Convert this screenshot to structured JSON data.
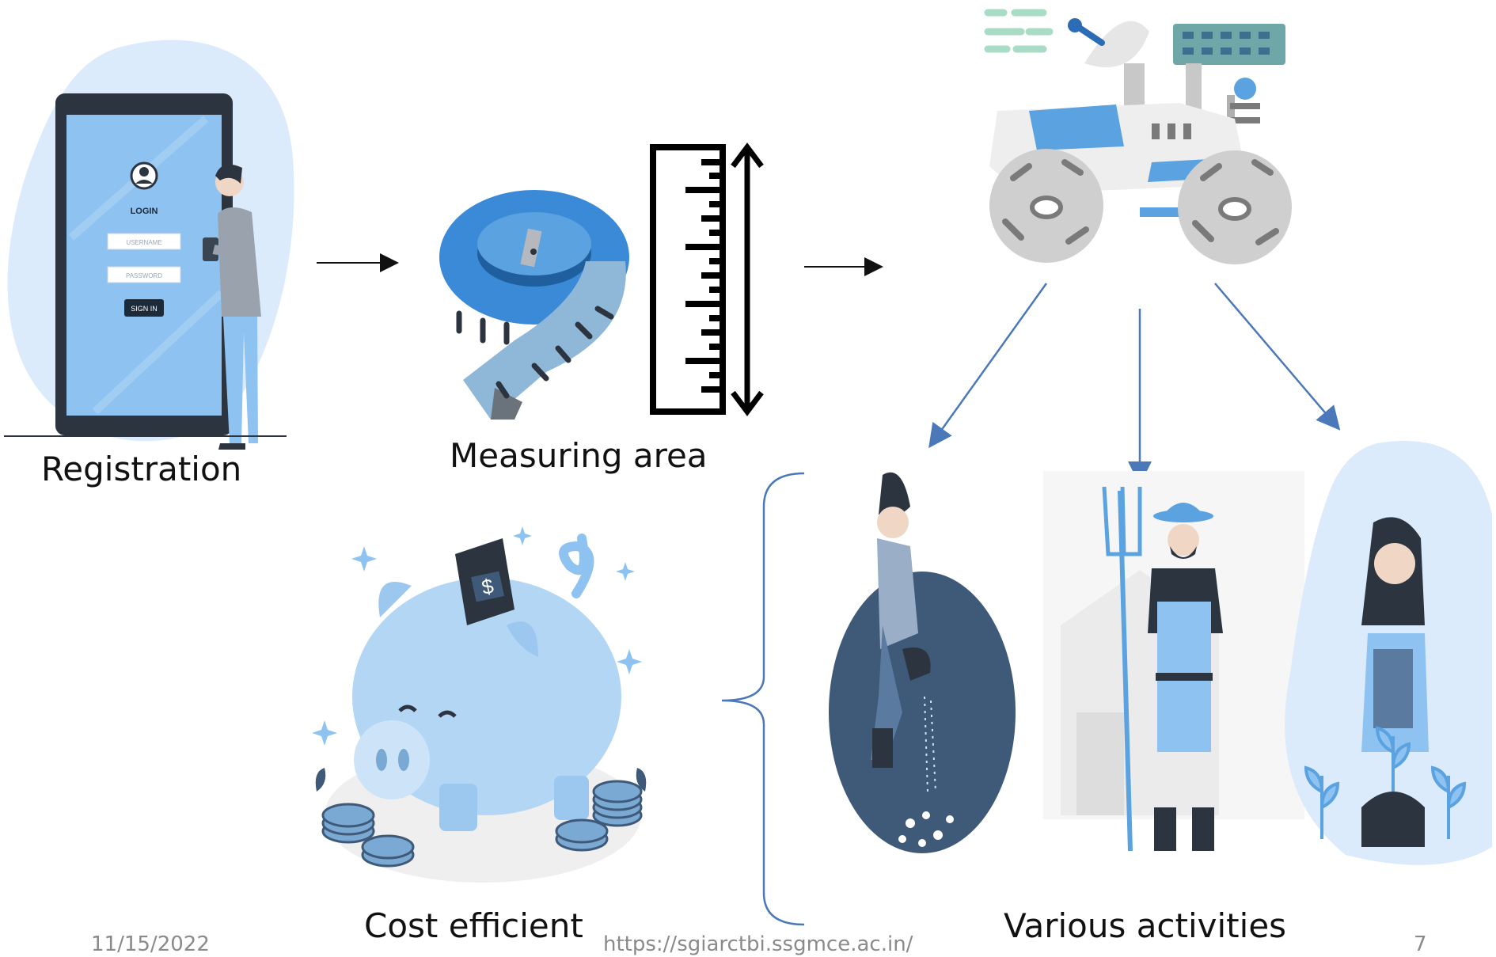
{
  "captions": {
    "registration": "Registration",
    "measuring": "Measuring area",
    "cost": "Cost efficient",
    "activities": "Various activities"
  },
  "login_screen": {
    "title": "LOGIN",
    "username_placeholder": "USERNAME",
    "password_placeholder": "PASSWORD",
    "signin_label": "SIGN IN"
  },
  "note_symbol": "$",
  "footer": {
    "date": "11/15/2022",
    "url": "https://sgiarctbi.ssgmce.ac.in/",
    "page_number": "7"
  },
  "colors": {
    "accent_blue": "#5aa2e0",
    "arrow_blue": "#4a78b8",
    "dark_slate": "#3f5a78",
    "pale_blue": "#dcebfb"
  }
}
